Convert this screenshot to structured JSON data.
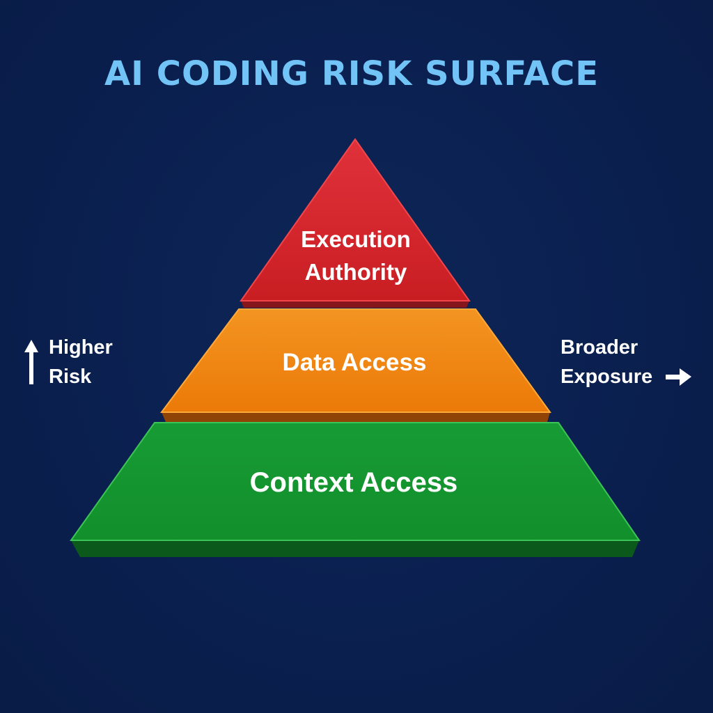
{
  "title": "AI CODING RISK SURFACE",
  "tiers": [
    {
      "label_lines": [
        "Execution",
        "Authority"
      ],
      "color": "#d8242c",
      "icon": "none"
    },
    {
      "label_lines": [
        "Data Access"
      ],
      "color": "#f0850f"
    },
    {
      "label_lines": [
        "Context Access"
      ],
      "color": "#13962e"
    }
  ],
  "left_annotation": {
    "lines": [
      "Higher",
      "Risk"
    ],
    "icon": "arrow-up-icon"
  },
  "right_annotation": {
    "lines": [
      "Broader",
      "Exposure"
    ],
    "icon": "arrow-right-icon"
  }
}
